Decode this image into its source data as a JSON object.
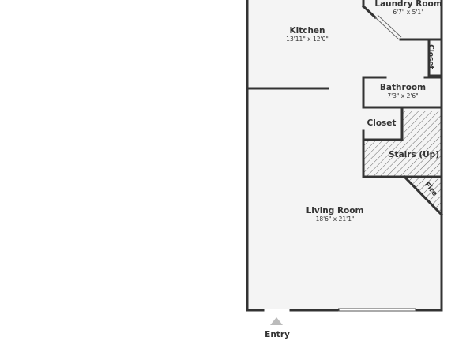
{
  "rooms": {
    "laundry": {
      "name": "Laundry Room",
      "dims": "6'7\" x 5'1\""
    },
    "kitchen": {
      "name": "Kitchen",
      "dims": "13'11\" x 12'0\""
    },
    "closet_upper": {
      "name": "Closet"
    },
    "bathroom": {
      "name": "Bathroom",
      "dims": "7'3\" x 2'6\""
    },
    "closet_lower": {
      "name": "Closet"
    },
    "stairs": {
      "name": "Stairs (Up)"
    },
    "fire": {
      "name": "Fire"
    },
    "living": {
      "name": "Living Room",
      "dims": "18'6\" x 21'1\""
    }
  },
  "entry": {
    "label": "Entry"
  },
  "colors": {
    "wall": "#333333",
    "floor": "#f4f4f4",
    "hatch": "#666666",
    "arrow": "#bbbbbb"
  }
}
